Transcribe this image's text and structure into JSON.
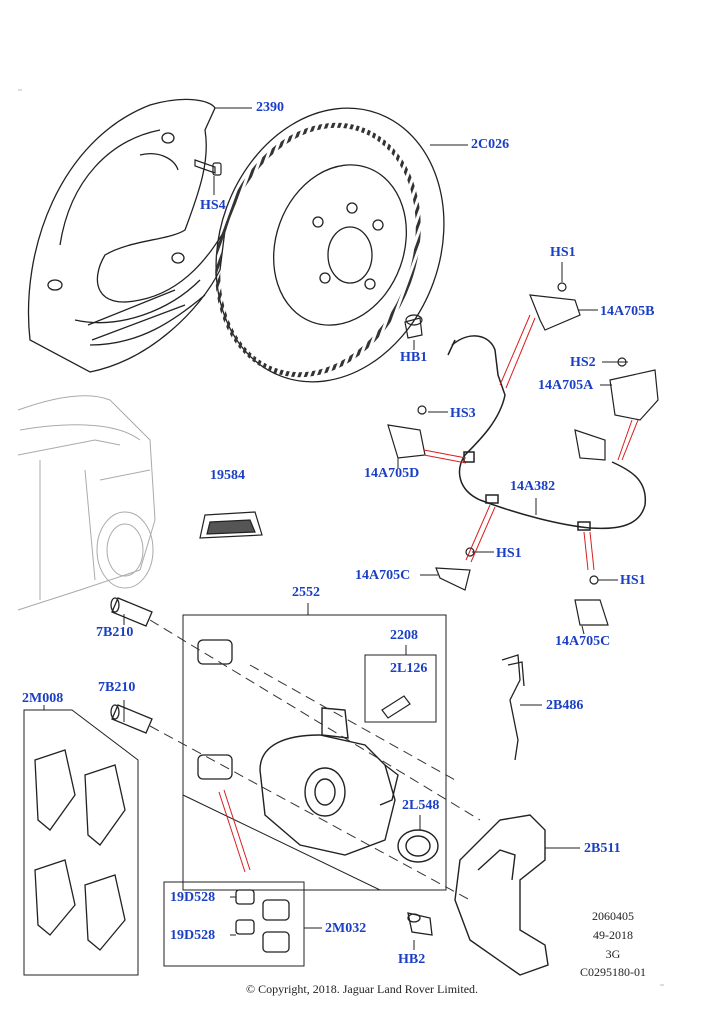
{
  "labels": {
    "p2390": "2390",
    "hs4": "HS4",
    "p2c026": "2C026",
    "hb1": "HB1",
    "hs1_top": "HS1",
    "p14a705b": "14A705B",
    "hs2": "HS2",
    "p14a705a": "14A705A",
    "hs3": "HS3",
    "p14a705d": "14A705D",
    "p19584": "19584",
    "p14a382": "14A382",
    "hs1_mid": "HS1",
    "p14a705c_left": "14A705C",
    "hs1_right": "HS1",
    "p14a705c_right": "14A705C",
    "p2552": "2552",
    "p7b210_top": "7B210",
    "p2208": "2208",
    "p2l126": "2L126",
    "p2b486": "2B486",
    "p7b210_bottom": "7B210",
    "p2m008": "2M008",
    "p2l548": "2L548",
    "p2b511": "2B511",
    "p19d528_top": "19D528",
    "p19d528_bottom": "19D528",
    "p2m032": "2M032",
    "hb2": "HB2"
  },
  "info": {
    "line1": "2060405",
    "line2": "49-2018",
    "line3": "3G",
    "line4": "C0295180-01"
  },
  "copyright": "© Copyright, 2018. Jaguar Land Rover Limited.",
  "colors": {
    "label": "#1a3fc4",
    "line": "#222222",
    "leader_red": "#d81e1e"
  }
}
